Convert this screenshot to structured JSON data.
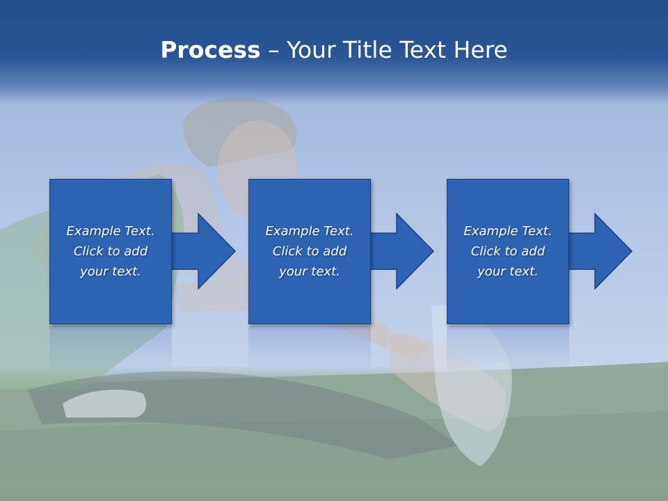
{
  "slide": {
    "title_bold": "Process",
    "title_rest": " – Your Title Text Here",
    "colors": {
      "title_band": "#2a5596",
      "box_fill": "#2e63b4",
      "box_border": "#1c3f7c",
      "text": "#ffffff"
    },
    "background": "photo-woman-stretching-on-grass"
  },
  "process_steps": [
    {
      "lines": [
        "Example Text.",
        "Click  to add",
        "your text."
      ]
    },
    {
      "lines": [
        "Example Text.",
        "Click  to add",
        "your text."
      ]
    },
    {
      "lines": [
        "Example Text.",
        "Click  to add",
        "your text."
      ]
    }
  ]
}
